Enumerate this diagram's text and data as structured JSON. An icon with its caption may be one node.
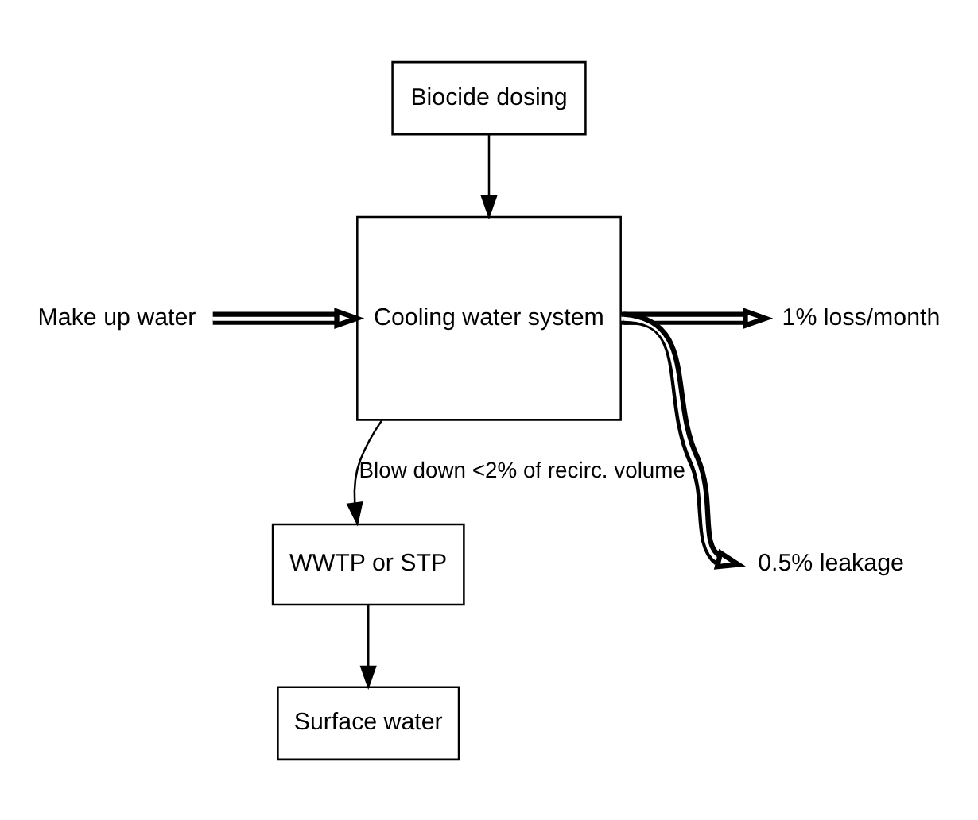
{
  "diagram": {
    "nodes": [
      {
        "text": [
          "Biocide dosing"
        ]
      },
      {
        "text": [
          "Cooling water system"
        ]
      },
      {
        "text": [
          "WWTP or STP"
        ]
      },
      {
        "text": [
          "Surface water"
        ]
      },
      {
        "text": [
          "Make up water"
        ]
      },
      {
        "text": [
          "1% loss/month"
        ]
      },
      {
        "text": [
          "0.5% leakage"
        ]
      }
    ],
    "edges": [
      {
        "from": 0,
        "to": 1,
        "arrow": "to"
      },
      {
        "from": 4,
        "to": 1,
        "arrow": "to",
        "style": "thick"
      },
      {
        "from": 1,
        "to": 5,
        "arrow": "to",
        "style": "thick"
      },
      {
        "from": 1,
        "to": 6,
        "arrow": "to",
        "style": "thick"
      },
      {
        "from": 1,
        "to": 2,
        "arrow": "to",
        "label": "Blow down <2% of recirc. volume"
      },
      {
        "from": 2,
        "to": 3,
        "arrow": "to"
      }
    ]
  }
}
